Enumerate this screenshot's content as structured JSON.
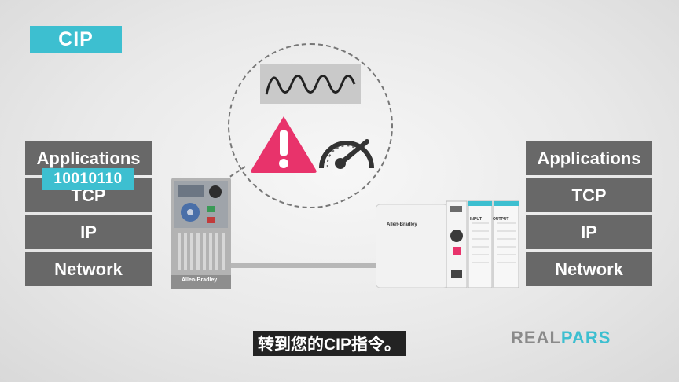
{
  "tag": "CIP",
  "left_stack": [
    "Applications",
    "TCP",
    "IP",
    "Network"
  ],
  "right_stack": [
    "Applications",
    "TCP",
    "IP",
    "Network"
  ],
  "bits": "10010110",
  "drive_brand": "Allen-Bradley",
  "plc_brand": "Allen-Bradley",
  "plc_modules": [
    "INPUT",
    "OUTPUT"
  ],
  "subtitle": "转到您的CIP指令。",
  "logo": {
    "part1": "REAL",
    "part2": "PARS"
  },
  "colors": {
    "accent": "#3dbfd0",
    "layer": "#686868",
    "warning": "#e8336b"
  }
}
